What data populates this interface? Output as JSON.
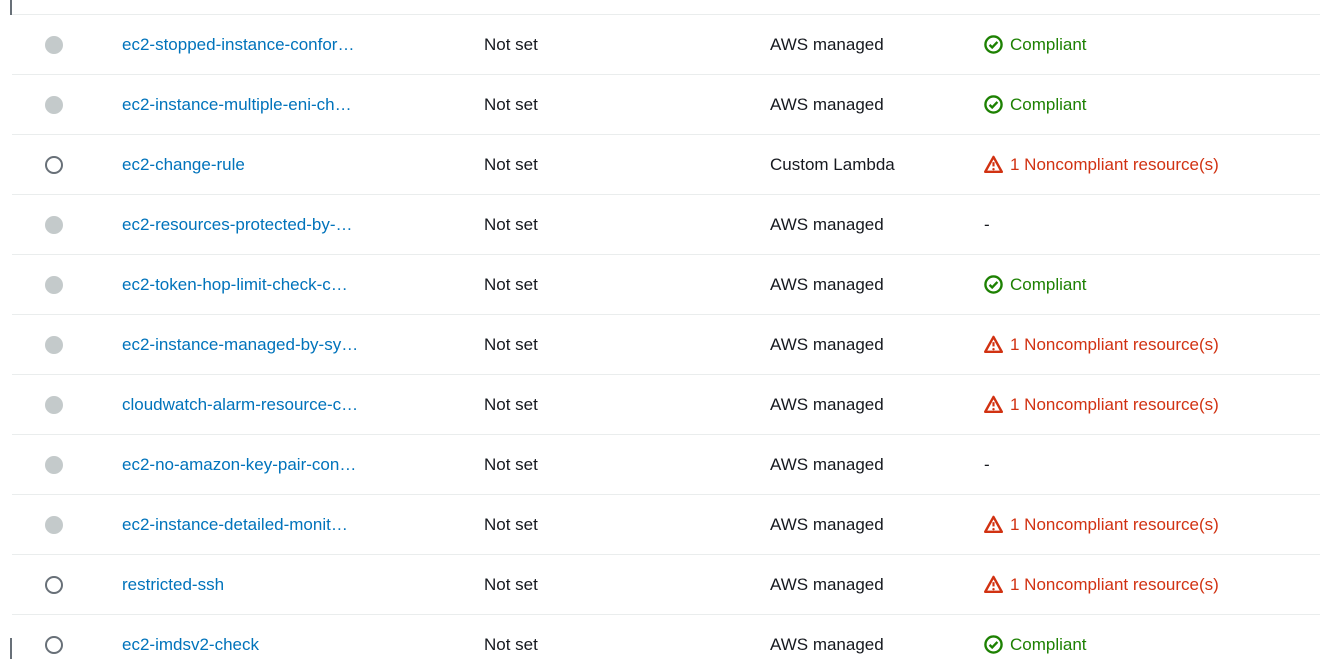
{
  "colors": {
    "link": "#0073bb",
    "success": "#1d8102",
    "error": "#d13212",
    "text": "#16191f",
    "divider": "#eaeded",
    "radio_disabled": "#c4cacb",
    "radio_border": "#687078"
  },
  "icons": {
    "compliant": "check-circle-icon",
    "noncompliant": "warning-triangle-icon"
  },
  "table": {
    "rows": [
      {
        "name": "ec2-stopped-instance-confor…",
        "remediation": "Not set",
        "type": "AWS managed",
        "compliance": "Compliant",
        "status": "compliant",
        "selectable": false
      },
      {
        "name": "ec2-instance-multiple-eni-ch…",
        "remediation": "Not set",
        "type": "AWS managed",
        "compliance": "Compliant",
        "status": "compliant",
        "selectable": false
      },
      {
        "name": "ec2-change-rule",
        "remediation": "Not set",
        "type": "Custom Lambda",
        "compliance": "1 Noncompliant resource(s)",
        "status": "noncompliant",
        "selectable": true
      },
      {
        "name": "ec2-resources-protected-by-…",
        "remediation": "Not set",
        "type": "AWS managed",
        "compliance": "-",
        "status": "none",
        "selectable": false
      },
      {
        "name": "ec2-token-hop-limit-check-c…",
        "remediation": "Not set",
        "type": "AWS managed",
        "compliance": "Compliant",
        "status": "compliant",
        "selectable": false
      },
      {
        "name": "ec2-instance-managed-by-sy…",
        "remediation": "Not set",
        "type": "AWS managed",
        "compliance": "1 Noncompliant resource(s)",
        "status": "noncompliant",
        "selectable": false
      },
      {
        "name": "cloudwatch-alarm-resource-c…",
        "remediation": "Not set",
        "type": "AWS managed",
        "compliance": "1 Noncompliant resource(s)",
        "status": "noncompliant",
        "selectable": false
      },
      {
        "name": "ec2-no-amazon-key-pair-con…",
        "remediation": "Not set",
        "type": "AWS managed",
        "compliance": "-",
        "status": "none",
        "selectable": false
      },
      {
        "name": "ec2-instance-detailed-monit…",
        "remediation": "Not set",
        "type": "AWS managed",
        "compliance": "1 Noncompliant resource(s)",
        "status": "noncompliant",
        "selectable": false
      },
      {
        "name": "restricted-ssh",
        "remediation": "Not set",
        "type": "AWS managed",
        "compliance": "1 Noncompliant resource(s)",
        "status": "noncompliant",
        "selectable": true
      },
      {
        "name": "ec2-imdsv2-check",
        "remediation": "Not set",
        "type": "AWS managed",
        "compliance": "Compliant",
        "status": "compliant",
        "selectable": true
      }
    ]
  }
}
